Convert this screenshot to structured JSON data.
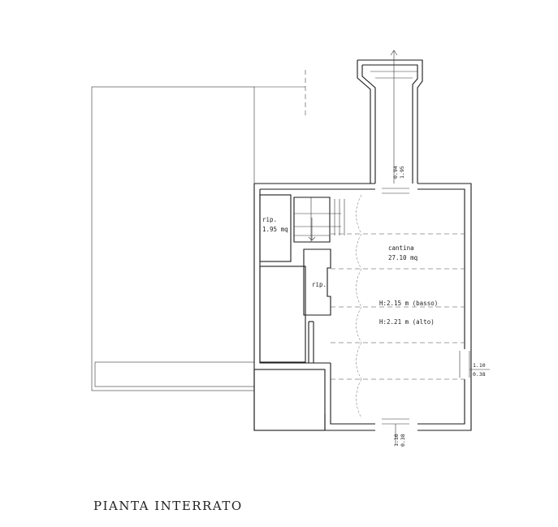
{
  "plan": {
    "rooms": {
      "rip_small": {
        "name": "rip.",
        "area": "1.95 mq"
      },
      "rip_mid": {
        "name": "rip."
      },
      "cantina": {
        "name": "cantina",
        "area": "27.10 mq",
        "height_low": "H:2.15 m (basso)",
        "height_high": "H:2.21 m (alto)"
      }
    },
    "dimensions": {
      "top_window_a": "0.94",
      "top_window_b": "1.95",
      "right_window_a": "1.10",
      "right_window_b": "0.38",
      "bottom_window_a": "1.10",
      "bottom_window_b": "0.38"
    }
  },
  "title": "PIANTA INTERRATO"
}
